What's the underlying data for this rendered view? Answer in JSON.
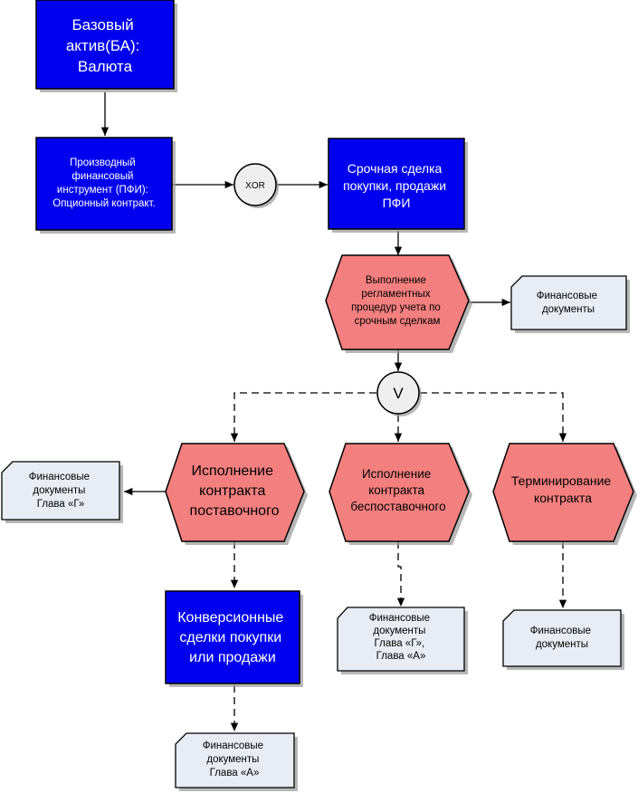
{
  "colors": {
    "entity_fill": "#0000EE",
    "function_fill": "#F47F7F",
    "document_fill": "#E8EDF5",
    "operator_fill": "#EFEFEF",
    "edge": "#000000",
    "shadow": "#999999"
  },
  "nodes": {
    "base_asset": {
      "lines": [
        "Базовый",
        "актив(БА):",
        "Валюта"
      ]
    },
    "derivative": {
      "lines": [
        "Производный",
        "финансовый",
        "инструмент (ПФИ):",
        "Опционный контракт."
      ]
    },
    "xor": {
      "label": "XOR"
    },
    "term_deal": {
      "lines": [
        "Срочная сделка",
        "покупки, продажи",
        "ПФИ"
      ]
    },
    "accounting": {
      "lines": [
        "Выполнение",
        "регламентных",
        "процедур учета по",
        "срочным сделкам"
      ]
    },
    "doc_fin_1": {
      "lines": [
        "Финансовые",
        "документы"
      ]
    },
    "or": {
      "label": "V"
    },
    "exec_delivery": {
      "lines": [
        "Исполнение",
        "контракта",
        "поставочного"
      ]
    },
    "exec_nondelivery": {
      "lines": [
        "Исполнение",
        "контракта",
        "беспоставочного"
      ]
    },
    "termination": {
      "lines": [
        "Терминирование",
        "контракта"
      ]
    },
    "doc_g": {
      "lines": [
        "Финансовые",
        "документы",
        "Глава «Г»"
      ]
    },
    "conversion": {
      "lines": [
        "Конверсионные",
        "сделки покупки",
        "или продажи"
      ]
    },
    "doc_ga": {
      "lines": [
        "Финансовые",
        "документы",
        "Глава «Г»,",
        "Глава «А»"
      ]
    },
    "doc_fin_2": {
      "lines": [
        "Финансовые",
        "документы"
      ]
    },
    "doc_a": {
      "lines": [
        "Финансовые",
        "документы",
        "Глава «А»"
      ]
    }
  }
}
